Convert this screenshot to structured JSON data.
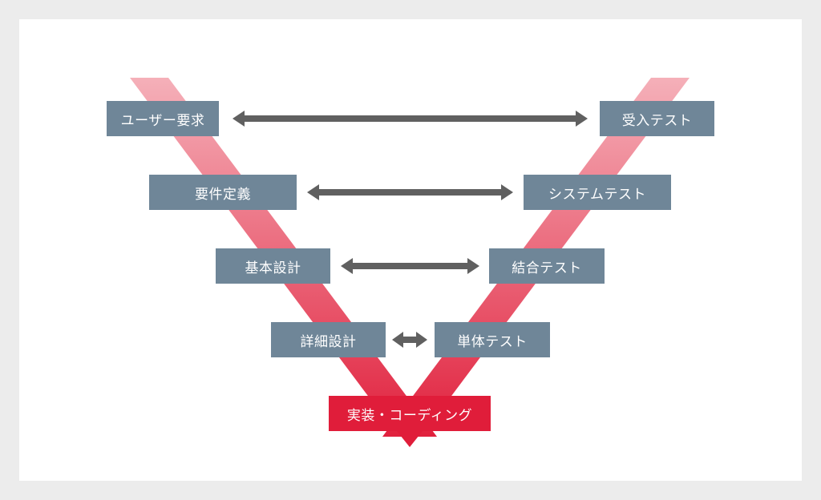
{
  "colors": {
    "background": "#ececec",
    "card": "#ffffff",
    "stage_box": "#6f8698",
    "bottom_box": "#e01d3a",
    "arrow": "#606060",
    "band_top": "#f4aab3",
    "band_bottom": "#e01d3a",
    "label_text": "#ffffff"
  },
  "left_stages": [
    {
      "label": "ユーザー要求"
    },
    {
      "label": "要件定義"
    },
    {
      "label": "基本設計"
    },
    {
      "label": "詳細設計"
    }
  ],
  "right_stages": [
    {
      "label": "受入テスト"
    },
    {
      "label": "システムテスト"
    },
    {
      "label": "結合テスト"
    },
    {
      "label": "単体テスト"
    }
  ],
  "bottom_stage": {
    "label": "実装・コーディング"
  },
  "arrows": [
    {
      "from": "ユーザー要求",
      "to": "受入テスト",
      "type": "double-headed"
    },
    {
      "from": "要件定義",
      "to": "システムテスト",
      "type": "double-headed"
    },
    {
      "from": "基本設計",
      "to": "結合テスト",
      "type": "double-headed"
    },
    {
      "from": "詳細設計",
      "to": "単体テスト",
      "type": "double-headed"
    }
  ]
}
